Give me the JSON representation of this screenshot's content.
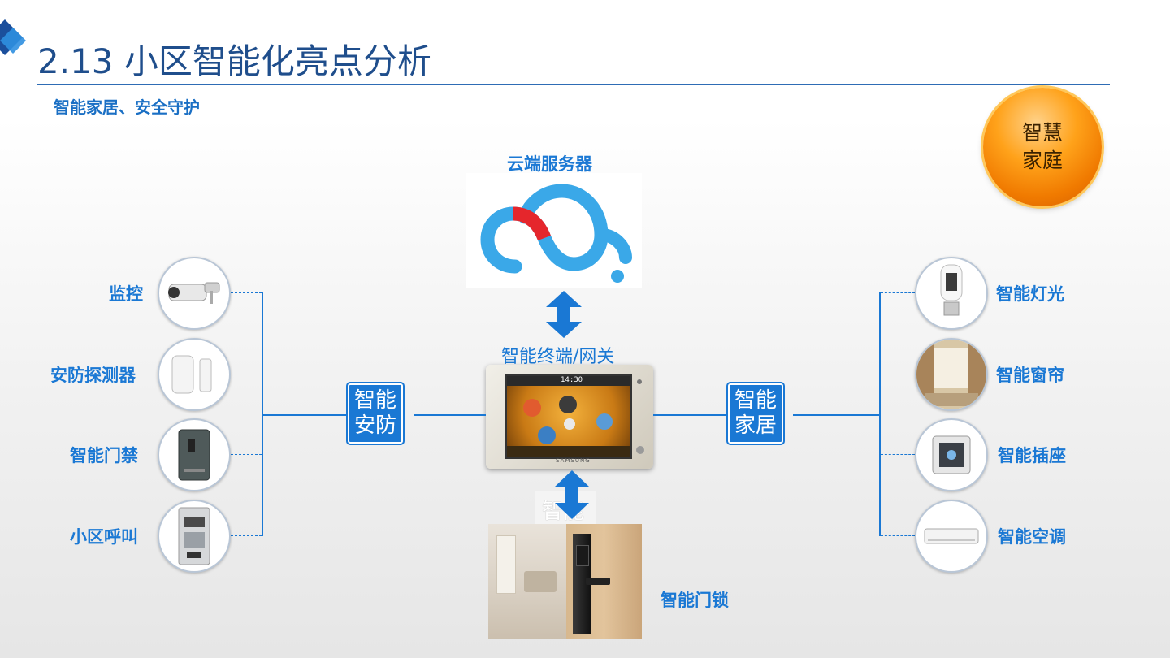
{
  "slide": {
    "title": "2.13 小区智能化亮点分析",
    "subtitle": "智能家居、安全守护",
    "badge_line1": "智慧",
    "badge_line2": "家庭"
  },
  "center": {
    "cloud_label": "云端服务器",
    "gateway_label": "智能终端/网关",
    "gateway_brand": "SAMSUNG",
    "gateway_time": "14:30",
    "lock_overlay": "智能",
    "lock_label": "智能门锁"
  },
  "security": {
    "hub_line1": "智能",
    "hub_line2": "安防",
    "items": [
      {
        "label": "监控",
        "icon": "camera-icon"
      },
      {
        "label": "安防探测器",
        "icon": "sensor-icon"
      },
      {
        "label": "智能门禁",
        "icon": "access-reader-icon"
      },
      {
        "label": "小区呼叫",
        "icon": "intercom-icon"
      }
    ]
  },
  "home": {
    "hub_line1": "智能",
    "hub_line2": "家居",
    "items": [
      {
        "label": "智能灯光",
        "icon": "bulb-icon"
      },
      {
        "label": "智能窗帘",
        "icon": "curtain-icon"
      },
      {
        "label": "智能插座",
        "icon": "socket-icon"
      },
      {
        "label": "智能空调",
        "icon": "aircon-icon"
      }
    ]
  },
  "colors": {
    "accent": "#1a78d4",
    "title": "#1f4e8c",
    "badge": "#f28a00",
    "cloud_blue": "#3aa8e8",
    "cloud_red": "#e5262c"
  }
}
